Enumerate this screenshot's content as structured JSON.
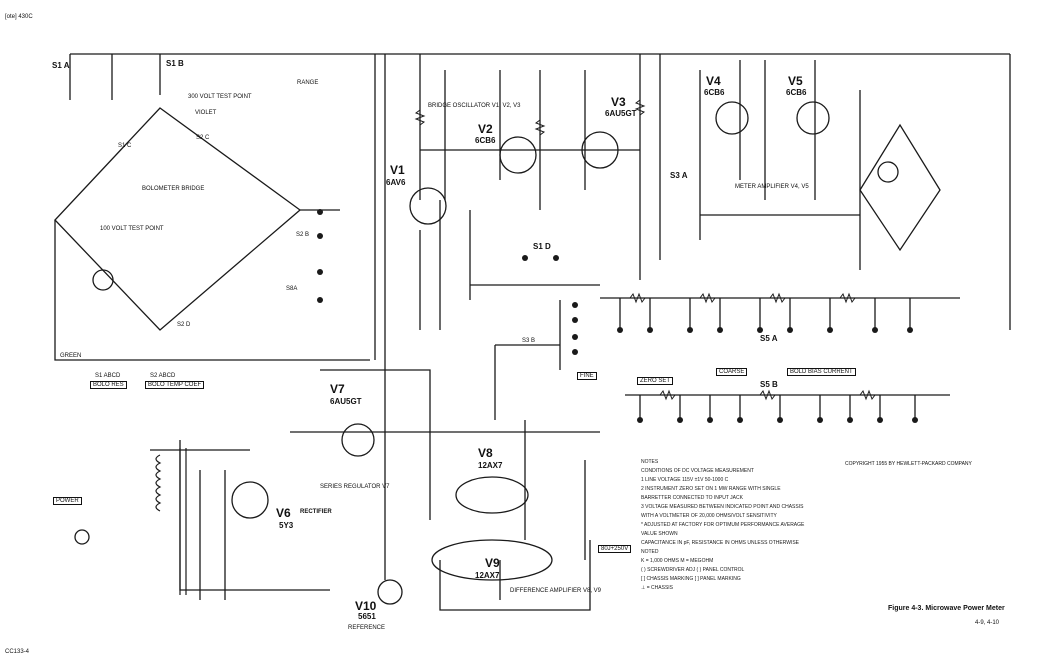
{
  "header": {
    "model": "[ote] 430C",
    "footer_code": "CC133-4"
  },
  "figure": {
    "caption": "Figure 4-3. Microwave Power Meter",
    "ref": "4-9, 4-10"
  },
  "copyright": "COPYRIGHT 1955 BY HEWLETT-PACKARD COMPANY",
  "tubes": [
    {
      "id": "V1",
      "type": "6AV6"
    },
    {
      "id": "V2",
      "type": "6CB6"
    },
    {
      "id": "V3",
      "type": "6AU5GT"
    },
    {
      "id": "V4",
      "type": "6CB6"
    },
    {
      "id": "V5",
      "type": "6CB6"
    },
    {
      "id": "V6",
      "type": "5Y3",
      "role": "RECTIFIER"
    },
    {
      "id": "V7",
      "type": "6AU5GT",
      "role": "SERIES REGULATOR V7"
    },
    {
      "id": "V8",
      "type": "12AX7"
    },
    {
      "id": "V9",
      "type": "12AX7",
      "role": "DIFFERENCE AMPLIFIER V8, V9"
    },
    {
      "id": "V10",
      "type": "5651",
      "role": "REFERENCE"
    }
  ],
  "blocks": {
    "bolometer_bridge": "BOLOMETER BRIDGE",
    "bridge_oscillator": "BRIDGE OSCILLATOR V1, V2, V3",
    "meter_amplifier": "METER AMPLIFIER V4, V5",
    "test_point_300": "300 VOLT TEST POINT",
    "test_point_100": "100 VOLT TEST POINT",
    "green": "GREEN",
    "violet": "VIOLET"
  },
  "switches": [
    "S1 A",
    "S1 B",
    "S1 C",
    "S1 D",
    "S2 B",
    "S2 C",
    "S2 D",
    "S3 A",
    "S3 B",
    "S5 A",
    "S5 B",
    "S8A"
  ],
  "labels": {
    "zero_set": "ZERO SET",
    "fine": "FINE",
    "coarse": "COARSE",
    "bold_bias_current": "BOLD BIAS CURRENT",
    "range": "RANGE",
    "volts_250": "80J+250V",
    "power": "POWER",
    "legend_s1": "S1 ABCD",
    "legend_s2": "S2 ABCD",
    "legend_s1b": "BOLO RES",
    "legend_s2b": "BOLO TEMP COEF"
  },
  "notes": [
    "NOTES",
    "CONDITIONS OF DC VOLTAGE MEASUREMENT",
    "1 LINE VOLTAGE 115V ±1V 50-1000 C",
    "2 INSTRUMENT ZERO SET ON 1 MW RANGE WITH SINGLE",
    "  BARRETTER CONNECTED TO INPUT JACK",
    "3 VOLTAGE MEASURED BETWEEN INDICATED POINT AND CHASSIS",
    "  WITH A VOLTMETER OF 20,000 OHMS/VOLT SENSITIVITY",
    "* ADJUSTED AT FACTORY FOR OPTIMUM PERFORMANCE AVERAGE",
    "  VALUE SHOWN",
    "CAPACITANCE IN  pF, RESISTANCE IN OHMS UNLESS OTHERWISE",
    "  NOTED",
    "K = 1,000 OHMS   M = MEGOHM",
    "( ) SCREWDRIVER ADJ     ( ) PANEL CONTROL",
    "[ ] CHASSIS MARKING     [ ] PANEL MARKING",
    "⊥ = CHASSIS"
  ]
}
